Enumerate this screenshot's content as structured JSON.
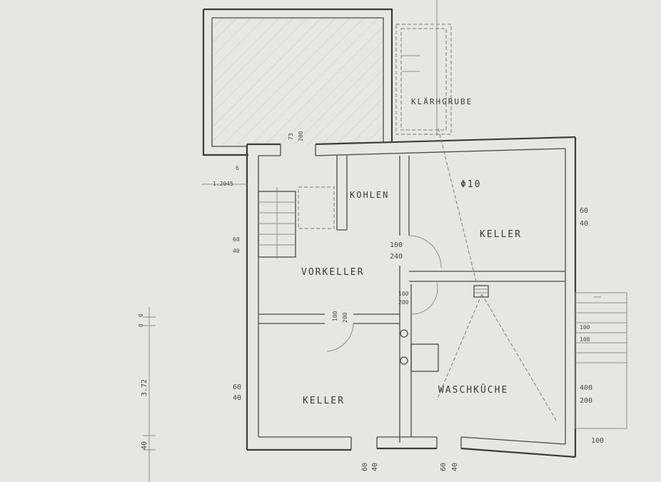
{
  "rooms": {
    "klaergrube": "KLÄRHGRUBE",
    "kohlen": "KOHLEN",
    "keller_east": "KELLER",
    "vorkeller": "VORKELLER",
    "keller_south": "KELLER",
    "waschkueche": "WASCHKÜCHE"
  },
  "pipe_label": "Φ10",
  "dimensions": {
    "top_door": [
      "73",
      "200"
    ],
    "left_top": [
      "6",
      "1.2045"
    ],
    "left_window": [
      "60",
      "40"
    ],
    "right_top": [
      "60",
      "40"
    ],
    "door_kohlen": [
      "100",
      "240"
    ],
    "door_wasch": [
      "100",
      "200"
    ],
    "door_vorkeller": [
      "100",
      "200"
    ],
    "left_lower": [
      "60",
      "40"
    ],
    "right_lower": [
      "400",
      "200"
    ],
    "right_stair": [
      "100",
      "108"
    ],
    "stair_bottom": "100",
    "bottom_1": [
      "60",
      "40"
    ],
    "bottom_2": [
      "60",
      "40"
    ],
    "side_total": "3.72",
    "side_bottom": "40",
    "side_top": [
      "0",
      "0"
    ]
  }
}
